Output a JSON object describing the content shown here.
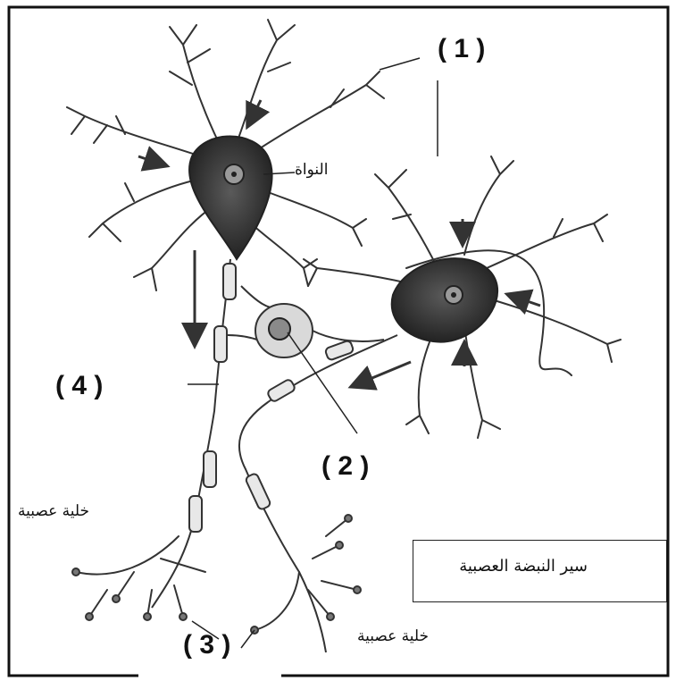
{
  "labels": {
    "n1": "( 1 )",
    "n2": "( 2 )",
    "n3": "( 3 )",
    "n4": "( 4 )",
    "nucleus": "النواة",
    "nerve_cell_left": "خلية عصبية",
    "nerve_cell_bottom": "خلية عصبية"
  },
  "legend": {
    "text": "سير النبضة العصبية"
  },
  "colors": {
    "line": "#2a2a2a",
    "cell_fill": "#8a8a8a",
    "cell_dark": "#3a3a3a",
    "frame": "#111111"
  }
}
